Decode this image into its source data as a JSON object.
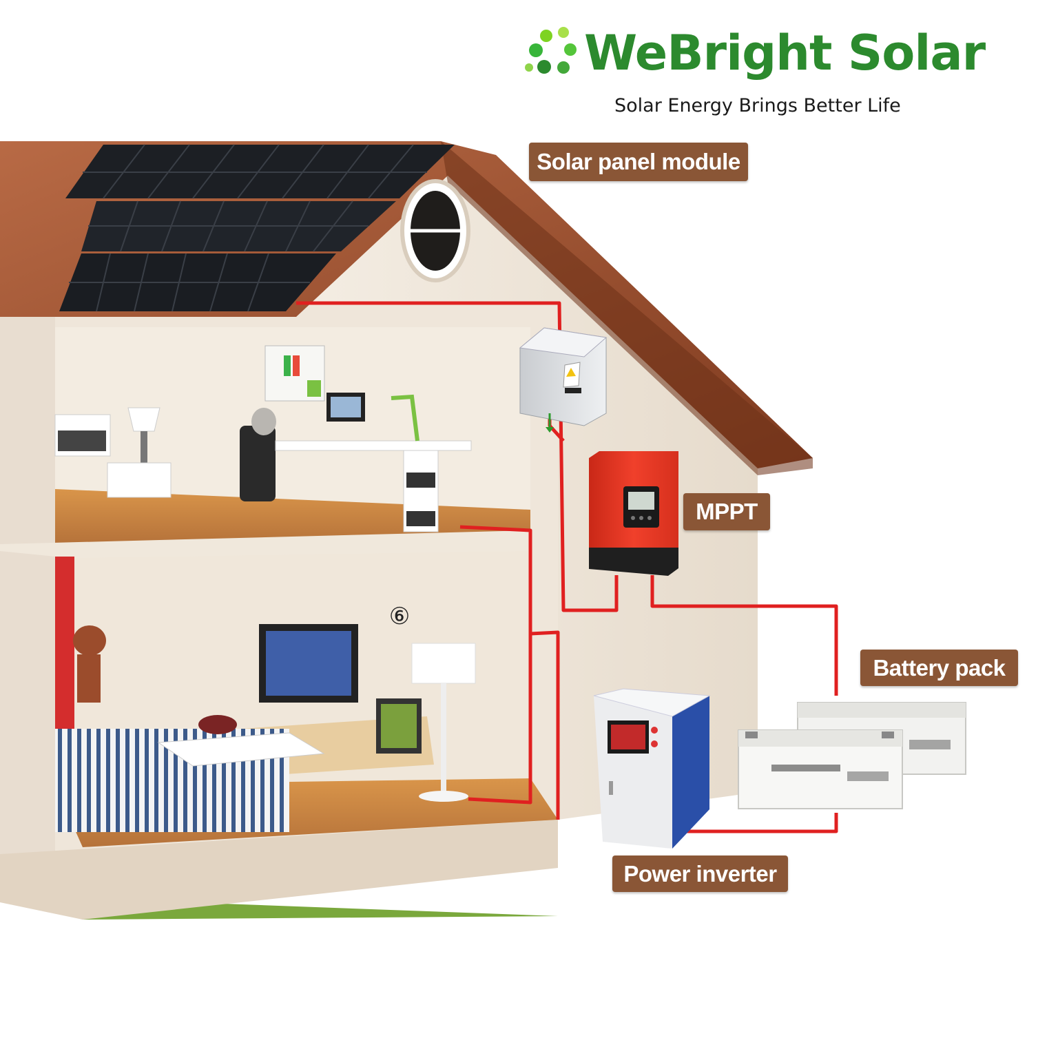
{
  "brand": {
    "name": "WeBright Solar",
    "tagline": "Solar Energy Brings Better Life",
    "logo_color": "#2c8a2e"
  },
  "labels": {
    "solar_panel": "Solar panel module",
    "mppt": "MPPT",
    "battery": "Battery pack",
    "inverter": "Power inverter"
  },
  "room_marker": "⑥",
  "colors": {
    "callout_bg": "#8a5636",
    "wire": "#e02020",
    "roof": "#9b4e2c",
    "wall": "#efe6da",
    "floor": "#c8873f",
    "panel": "#1c1f24",
    "mppt_body": "#e8321f"
  }
}
